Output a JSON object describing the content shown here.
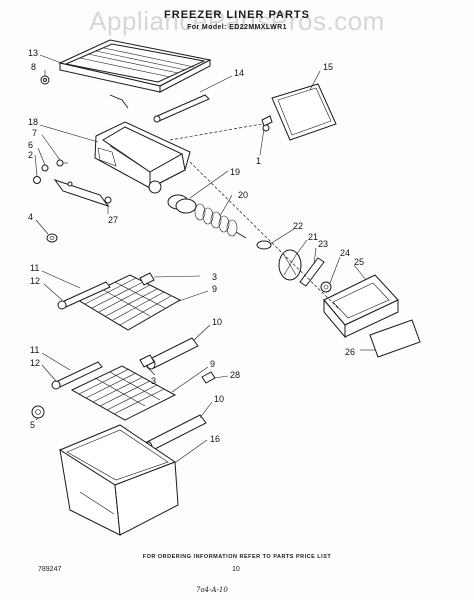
{
  "watermark": "AppliancePartsPros.com",
  "title": "FREEZER LINER PARTS",
  "model_line": "For Model: ED22MMXLWR1",
  "footer": {
    "note": "FOR ORDERING INFORMATION REFER TO PARTS PRICE LIST",
    "doc_number": "789247",
    "page_number": "10",
    "revision": "7o4-A-10"
  },
  "callouts": [
    {
      "id": "13",
      "label": "13"
    },
    {
      "id": "8",
      "label": "8"
    },
    {
      "id": "14",
      "label": "14"
    },
    {
      "id": "15",
      "label": "15"
    },
    {
      "id": "18",
      "label": "18"
    },
    {
      "id": "7",
      "label": "7"
    },
    {
      "id": "6",
      "label": "6"
    },
    {
      "id": "2",
      "label": "2"
    },
    {
      "id": "1",
      "label": "1"
    },
    {
      "id": "19",
      "label": "19"
    },
    {
      "id": "20",
      "label": "20"
    },
    {
      "id": "27",
      "label": "27"
    },
    {
      "id": "4",
      "label": "4"
    },
    {
      "id": "22",
      "label": "22"
    },
    {
      "id": "21",
      "label": "21"
    },
    {
      "id": "23",
      "label": "23"
    },
    {
      "id": "24",
      "label": "24"
    },
    {
      "id": "25",
      "label": "25"
    },
    {
      "id": "11a",
      "label": "11"
    },
    {
      "id": "12a",
      "label": "12"
    },
    {
      "id": "3a",
      "label": "3"
    },
    {
      "id": "9a",
      "label": "9"
    },
    {
      "id": "10a",
      "label": "10"
    },
    {
      "id": "26",
      "label": "26"
    },
    {
      "id": "11b",
      "label": "11"
    },
    {
      "id": "12b",
      "label": "12"
    },
    {
      "id": "3b",
      "label": "3"
    },
    {
      "id": "9b",
      "label": "9"
    },
    {
      "id": "28",
      "label": "28"
    },
    {
      "id": "10b",
      "label": "10"
    },
    {
      "id": "5",
      "label": "5"
    },
    {
      "id": "16",
      "label": "16"
    }
  ]
}
